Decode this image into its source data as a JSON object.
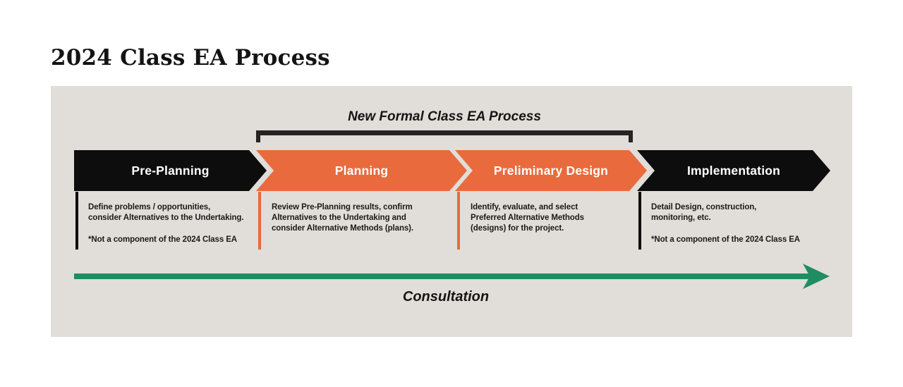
{
  "page": {
    "title": "2024 Class EA Process"
  },
  "colors": {
    "panel_bg": "#E1DDD9",
    "black": "#0E0D0D",
    "orange": "#E96A3D",
    "green": "#1F8D60",
    "bracket": "#262324"
  },
  "diagram": {
    "formal_process_label": "New Formal Class EA Process",
    "stages": [
      {
        "label": "Pre-Planning",
        "color": "#0E0D0D",
        "description": "Define problems / opportunities,\nconsider Alternatives to the Undertaking.",
        "note": "*Not a component of the 2024 Class EA"
      },
      {
        "label": "Planning",
        "color": "#E96A3D",
        "description": "Review Pre-Planning results, confirm\nAlternatives to the Undertaking and\nconsider Alternative Methods (plans).",
        "note": ""
      },
      {
        "label": "Preliminary Design",
        "color": "#E96A3D",
        "description": "Identify, evaluate, and select\nPreferred Alternative Methods\n(designs) for the project.",
        "note": ""
      },
      {
        "label": "Implementation",
        "color": "#0E0D0D",
        "description": "Detail Design, construction,\nmonitoring, etc.",
        "note": "*Not a component of the 2024 Class EA"
      }
    ],
    "consultation_label": "Consultation"
  }
}
